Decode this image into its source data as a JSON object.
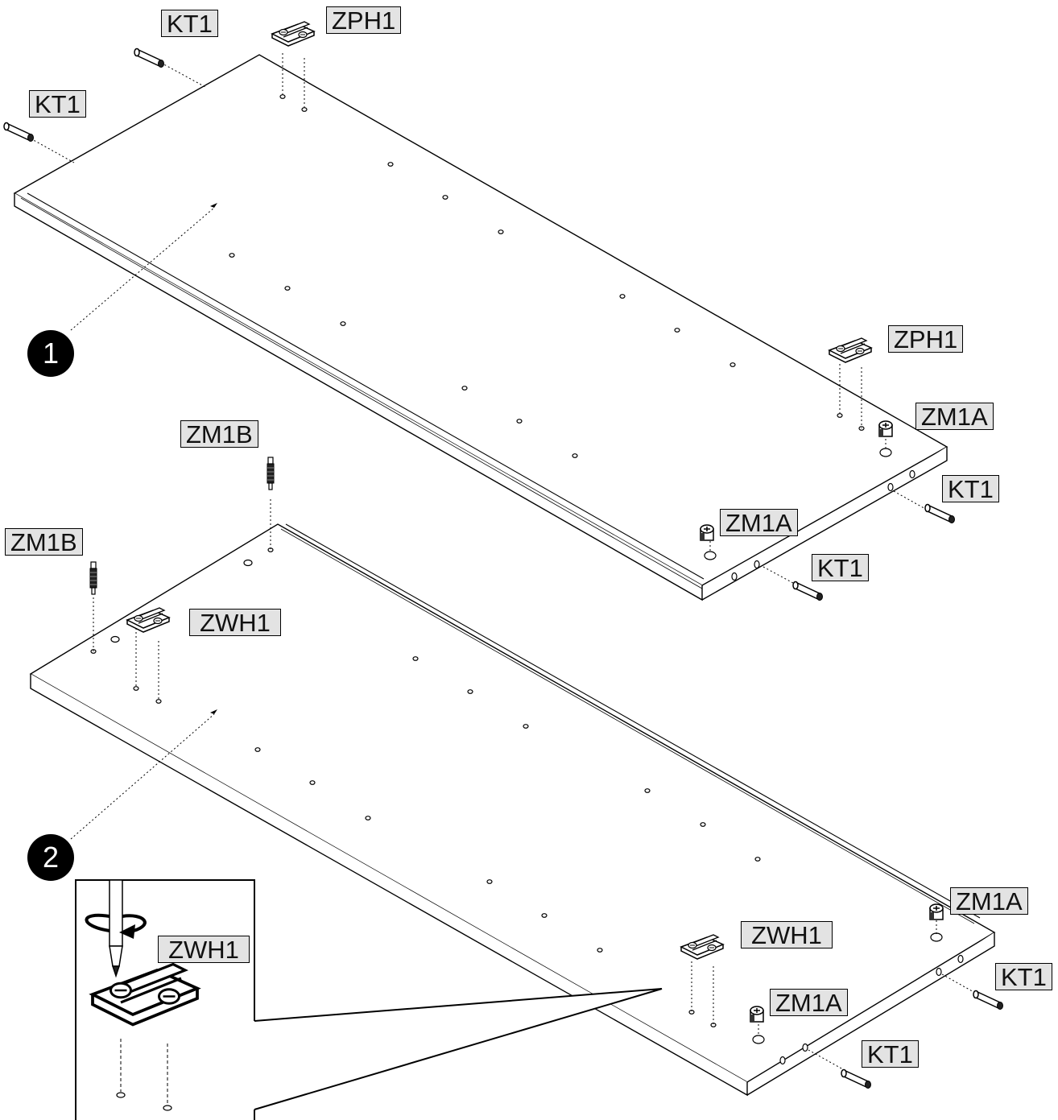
{
  "steps": [
    {
      "number": "1"
    },
    {
      "number": "2"
    }
  ],
  "labels": {
    "kt1_a": "KT1",
    "kt1_b": "KT1",
    "kt1_c": "KT1",
    "kt1_d": "KT1",
    "kt1_e": "KT1",
    "kt1_f": "KT1",
    "zph1_a": "ZPH1",
    "zph1_b": "ZPH1",
    "zm1a_a": "ZM1A",
    "zm1a_b": "ZM1A",
    "zm1a_c": "ZM1A",
    "zm1a_d": "ZM1A",
    "zm1b_a": "ZM1B",
    "zm1b_b": "ZM1B",
    "zwh1_a": "ZWH1",
    "zwh1_b": "ZWH1",
    "zwh1_detail": "ZWH1"
  }
}
